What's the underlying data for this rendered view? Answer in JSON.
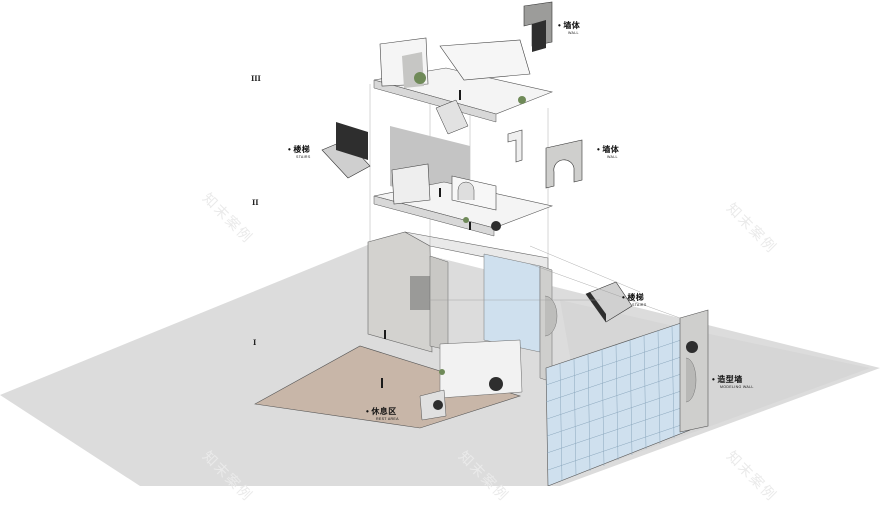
{
  "labels": {
    "wall_top": {
      "zh": "墙体",
      "en": "WALL"
    },
    "stairs_mid": {
      "zh": "楼梯",
      "en": "STAIRS"
    },
    "wall_mid": {
      "zh": "墙体",
      "en": "WALL"
    },
    "stairs_low": {
      "zh": "楼梯",
      "en": "STAIRS"
    },
    "modeling_wall": {
      "zh": "造型墙",
      "en": "MODELING WALL"
    },
    "rest_area": {
      "zh": "休息区",
      "en": "REST AREA"
    }
  },
  "floor_markers": {
    "level3": "III",
    "level2": "II",
    "level1": "I"
  },
  "watermark": "知末案例",
  "bullet": "•",
  "colors": {
    "ground": "#dcdcdc",
    "wood_floor": "#c9b8aa",
    "concrete": "#d4d4d2",
    "white_wall": "#f5f5f5",
    "glass": "#c8dcec",
    "dark": "#2e2e2e"
  }
}
